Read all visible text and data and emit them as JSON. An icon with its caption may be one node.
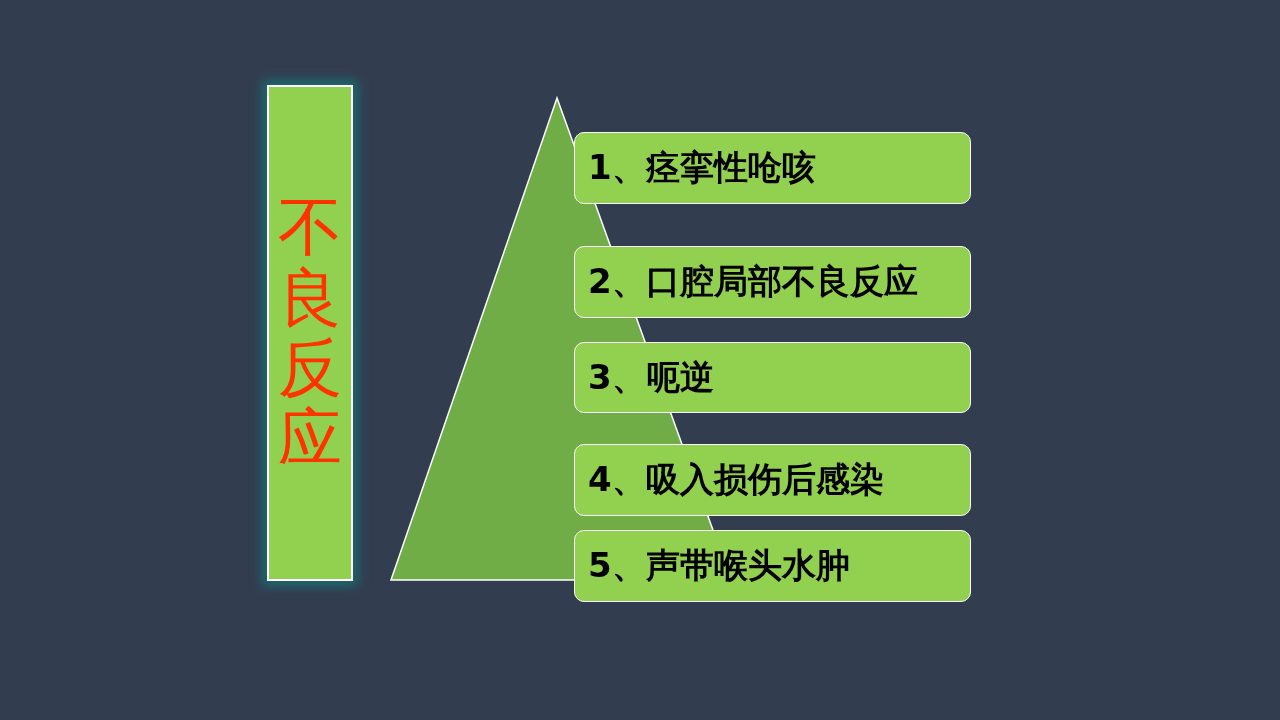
{
  "diagram": {
    "nodes": [
      {
        "text": [
          "不良反应"
        ]
      },
      {
        "text": [
          "1、痉挛性呛咳"
        ]
      },
      {
        "text": [
          "2、口腔局部不良反应"
        ]
      },
      {
        "text": [
          "3、呃逆"
        ]
      },
      {
        "text": [
          "4、吸入损伤后感染"
        ]
      },
      {
        "text": [
          "5、声带喉头水肿"
        ]
      }
    ]
  }
}
